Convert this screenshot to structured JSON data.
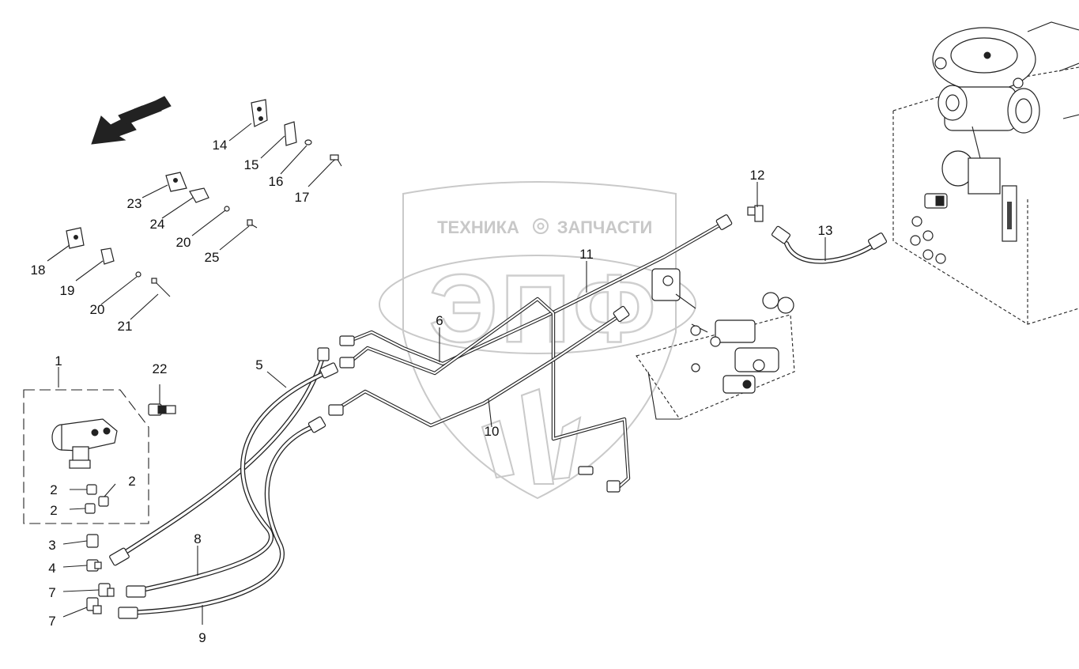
{
  "watermark": {
    "text_left": "ТЕХНИКА",
    "text_right": "ЗАПЧАСТИ",
    "logo_letters": "ЭПФ"
  },
  "callouts": [
    {
      "id": "c1",
      "text": "1"
    },
    {
      "id": "c2a",
      "text": "2"
    },
    {
      "id": "c2b",
      "text": "2"
    },
    {
      "id": "c2c",
      "text": "2"
    },
    {
      "id": "c3",
      "text": "3"
    },
    {
      "id": "c4",
      "text": "4"
    },
    {
      "id": "c5",
      "text": "5"
    },
    {
      "id": "c6",
      "text": "6"
    },
    {
      "id": "c7a",
      "text": "7"
    },
    {
      "id": "c7b",
      "text": "7"
    },
    {
      "id": "c8",
      "text": "8"
    },
    {
      "id": "c9",
      "text": "9"
    },
    {
      "id": "c10",
      "text": "10"
    },
    {
      "id": "c11",
      "text": "11"
    },
    {
      "id": "c12",
      "text": "12"
    },
    {
      "id": "c13",
      "text": "13"
    },
    {
      "id": "c14",
      "text": "14"
    },
    {
      "id": "c15",
      "text": "15"
    },
    {
      "id": "c16",
      "text": "16"
    },
    {
      "id": "c17",
      "text": "17"
    },
    {
      "id": "c18",
      "text": "18"
    },
    {
      "id": "c19",
      "text": "19"
    },
    {
      "id": "c20a",
      "text": "20"
    },
    {
      "id": "c20b",
      "text": "20"
    },
    {
      "id": "c21",
      "text": "21"
    },
    {
      "id": "c22",
      "text": "22"
    },
    {
      "id": "c23",
      "text": "23"
    },
    {
      "id": "c24",
      "text": "24"
    },
    {
      "id": "c25",
      "text": "25"
    }
  ],
  "icons": {
    "direction_arrow": "direction-arrow-icon",
    "gear": "gear-icon"
  }
}
